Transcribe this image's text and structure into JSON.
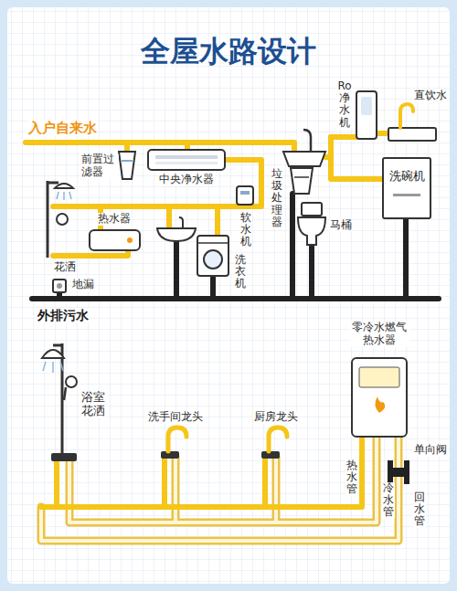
{
  "diagram": {
    "title": "全屋水路设计",
    "nodes": [
      {
        "text": [
          "洗碗机"
        ]
      }
    ],
    "labels": [
      "入户自来水",
      "前置过滤器",
      "中央净水器",
      "Ro净水机",
      "直饮水",
      "垃圾处理器",
      "软水机",
      "热水器",
      "马桶",
      "花洒",
      "洗衣机",
      "地漏",
      "外排污水",
      "浴室花洒",
      "洗手间龙头",
      "厨房龙头",
      "零冷水燃气热水器",
      "单向阀",
      "热水管",
      "冷水管",
      "回水管"
    ]
  }
}
